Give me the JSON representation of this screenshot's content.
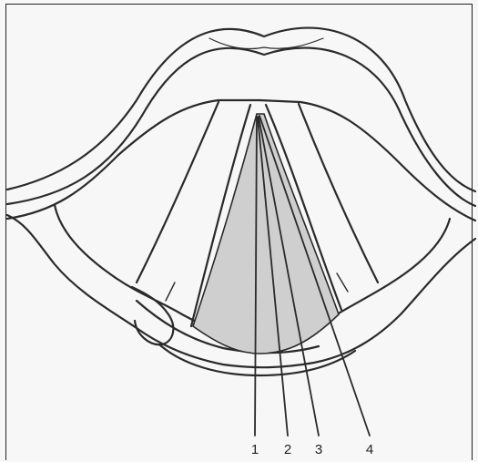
{
  "diagram": {
    "labels": [
      "1",
      "2",
      "3",
      "4"
    ],
    "colors": {
      "line": "#2a2a2a",
      "glottis_fill": "#cfcfcf",
      "background": "#f7f7f7"
    }
  }
}
